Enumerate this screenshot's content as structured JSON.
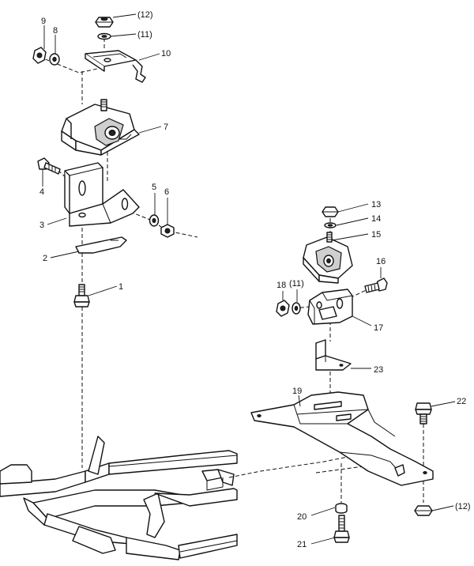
{
  "callouts": {
    "c1": "1",
    "c2": "2",
    "c3": "3",
    "c4": "4",
    "c5": "5",
    "c6": "6",
    "c7": "7",
    "c8": "8",
    "c9": "9",
    "c10": "10",
    "c11": "(11)",
    "c12": "(12)",
    "c13": "13",
    "c14": "14",
    "c15": "15",
    "c16": "16",
    "c17": "17",
    "c18": "18",
    "c11b": "(11)",
    "c19": "19",
    "c20": "20",
    "c21": "21",
    "c22": "22",
    "c12b": "(12)",
    "c23": "23"
  }
}
